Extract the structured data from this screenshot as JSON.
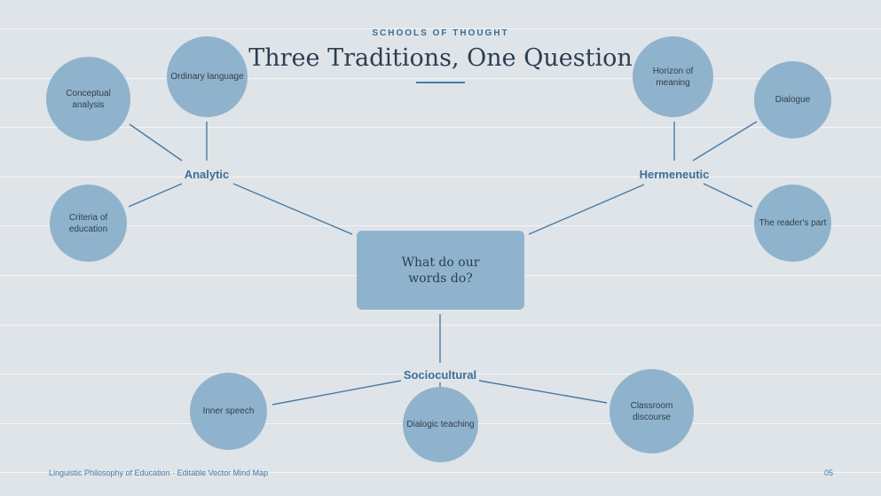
{
  "header": {
    "eyebrow": "SCHOOLS OF THOUGHT",
    "title": "Three Traditions, One Question"
  },
  "center": {
    "label": "What do our words do?"
  },
  "branches": {
    "analytic": {
      "label": "Analytic",
      "leaves": [
        "Conceptual analysis",
        "Ordinary language",
        "Criteria of education"
      ]
    },
    "hermeneutic": {
      "label": "Hermeneutic",
      "leaves": [
        "Horizon of meaning",
        "Dialogue",
        "The reader's part"
      ]
    },
    "sociocultural": {
      "label": "Sociocultural",
      "leaves": [
        "Inner speech",
        "Dialogic teaching",
        "Classroom discourse"
      ]
    }
  },
  "footer": {
    "text": "Linguistic Philosophy of Education · Editable Vector Mind Map",
    "page": "05"
  },
  "colors": {
    "background": "#dfe4e9",
    "node_fill": "#8fb3cc",
    "accent": "#3d6e97",
    "line": "#4a7ba3"
  }
}
